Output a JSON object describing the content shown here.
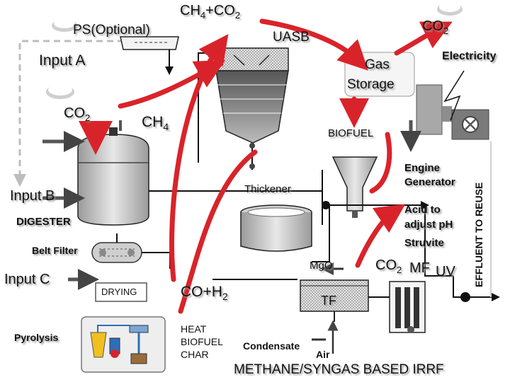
{
  "labels": {
    "ps_optional": "PS(Optional)",
    "ch4_co2_ch4": "CH",
    "ch4_co2_sub4": "4",
    "ch4_co2_plus": "+CO",
    "ch4_co2_sub2": "2",
    "uasb": "UASB",
    "co2_top_main": "CO",
    "co2_top_sub": "2",
    "electricity": "Electricity",
    "input_a": "Input A",
    "gas_storage_line1": "Gas",
    "gas_storage_line2": "Storage",
    "co2_left_main": "CO",
    "co2_left_sub": "2",
    "ch4_main": "CH",
    "ch4_sub": "4",
    "biofuel": "BIOFUEL",
    "engine_line1": "Engine",
    "engine_line2": "Generator",
    "thickener": "Thickener",
    "input_b": "Input B",
    "acid_line1": "Acid to",
    "acid_line2": "adjust pH",
    "digester": "DIGESTER",
    "effluent": "EFFLUENT TO REUSE",
    "struvite": "Struvite",
    "belt_filter": "Belt Filter",
    "mgo": "MgO",
    "co2_mf_main": "CO",
    "co2_mf_sub": "2",
    "mf": "MF",
    "uv": "UV",
    "input_c": "Input C",
    "drying": "DRYING",
    "coh2_main": "CO+H",
    "coh2_sub": "2",
    "tf": "TF",
    "heat": "HEAT",
    "biofuel_lower": "BIOFUEL",
    "char": "CHAR",
    "pyrolysis": "Pyrolysis",
    "condensate": "Condensate",
    "air": "Air",
    "bottom_title": "METHANE/SYNGAS BASED IRRF"
  },
  "colors": {
    "arrow_red": "#d9232a",
    "gray_dark": "#444444",
    "gray_mid": "#8a8a8a",
    "gray_light": "#d4d4d4",
    "dashed_gray": "#bdbdbd"
  }
}
